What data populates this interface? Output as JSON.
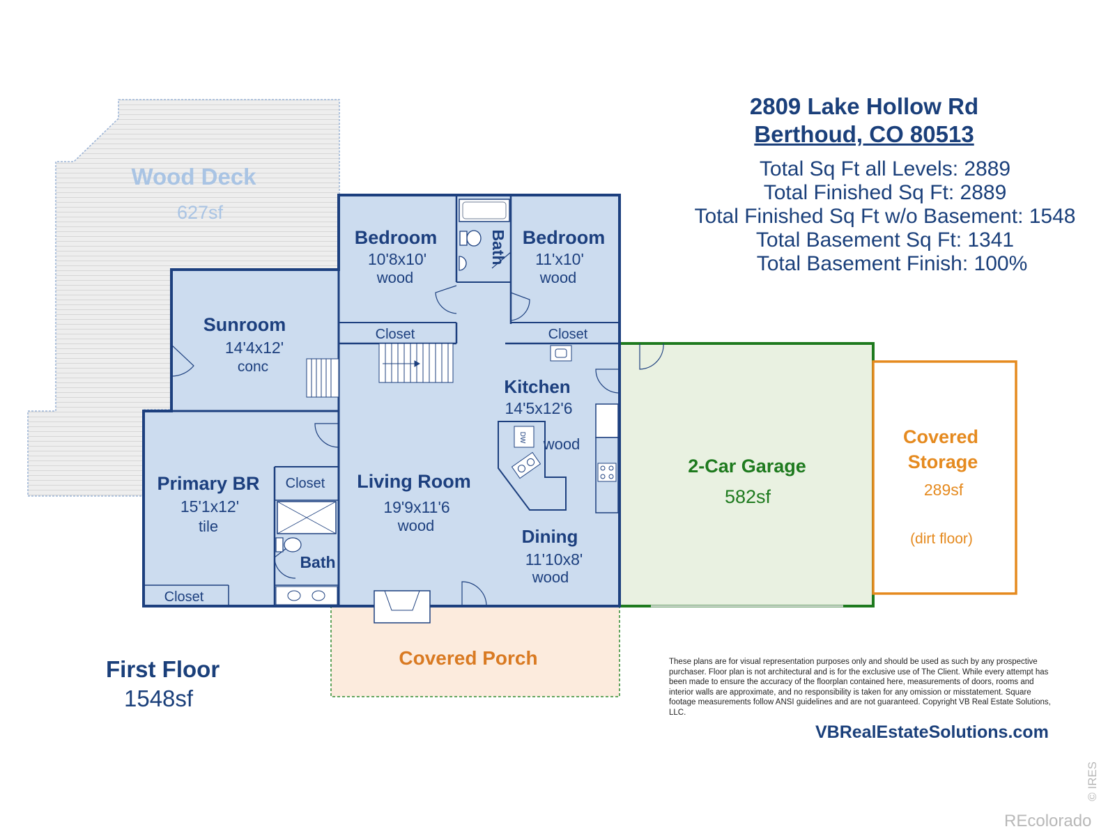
{
  "header": {
    "street": "2809 Lake Hollow Rd",
    "city": "Berthoud, CO 80513",
    "stats": [
      "Total Sq Ft all Levels: 2889",
      "Total Finished Sq Ft: 2889",
      "Total Finished Sq Ft w/o Basement: 1548",
      "Total Basement Sq Ft: 1341",
      "Total Basement Finish: 100%"
    ]
  },
  "floor": {
    "title": "First Floor",
    "area": "1548sf"
  },
  "rooms": {
    "wood_deck": {
      "name": "Wood Deck",
      "area": "627sf"
    },
    "bedroom_1": {
      "name": "Bedroom",
      "dims": "10'8x10'",
      "floor": "wood"
    },
    "bath_upper": {
      "name": "Bath"
    },
    "bedroom_2": {
      "name": "Bedroom",
      "dims": "11'x10'",
      "floor": "wood"
    },
    "sunroom": {
      "name": "Sunroom",
      "dims": "14'4x12'",
      "floor": "conc"
    },
    "closet_left": {
      "name": "Closet"
    },
    "closet_right": {
      "name": "Closet"
    },
    "kitchen": {
      "name": "Kitchen",
      "dims": "14'5x12'6",
      "floor": "wood",
      "appliance": "DW"
    },
    "primary_br": {
      "name": "Primary BR",
      "dims": "15'1x12'",
      "floor": "tile"
    },
    "closet_primary": {
      "name": "Closet"
    },
    "closet_bath": {
      "name": "Closet"
    },
    "bath_primary": {
      "name": "Bath"
    },
    "living_room": {
      "name": "Living Room",
      "dims": "19'9x11'6",
      "floor": "wood"
    },
    "dining": {
      "name": "Dining",
      "dims": "11'10x8'",
      "floor": "wood"
    },
    "garage": {
      "name": "2-Car Garage",
      "area": "582sf"
    },
    "covered_storage": {
      "name_line1": "Covered",
      "name_line2": "Storage",
      "area": "289sf",
      "note": "(dirt floor)"
    },
    "covered_porch": {
      "name": "Covered Porch"
    }
  },
  "disclaimer": "These plans are for visual representation purposes only and should be used as such by any prospective purchaser. Floor plan is not architectural and is for the exclusive use of The Client. While every attempt has been made to ensure the accuracy of the floorplan contained here, measurements of doors, rooms and interior walls are approximate, and no responsibility is taken for any omission or misstatement. Square footage measurements follow ANSI guidelines and are not guaranteed. Copyright VB Real Estate Solutions, LLC.",
  "website": "VBRealEstateSolutions.com",
  "watermark": {
    "brand": "REcolorado",
    "vertical": "© IRES"
  },
  "colors": {
    "wall": "#1c3f7e",
    "room_fill": "#ccdcef",
    "deck_fill": "#eeeeee",
    "garage_wall": "#1e7a1e",
    "garage_fill": "#e9f1e1",
    "storage": "#e58a1f",
    "porch_fill": "#fcebdd",
    "porch_text": "#d97a22",
    "deck_text": "#a9c4e4"
  }
}
